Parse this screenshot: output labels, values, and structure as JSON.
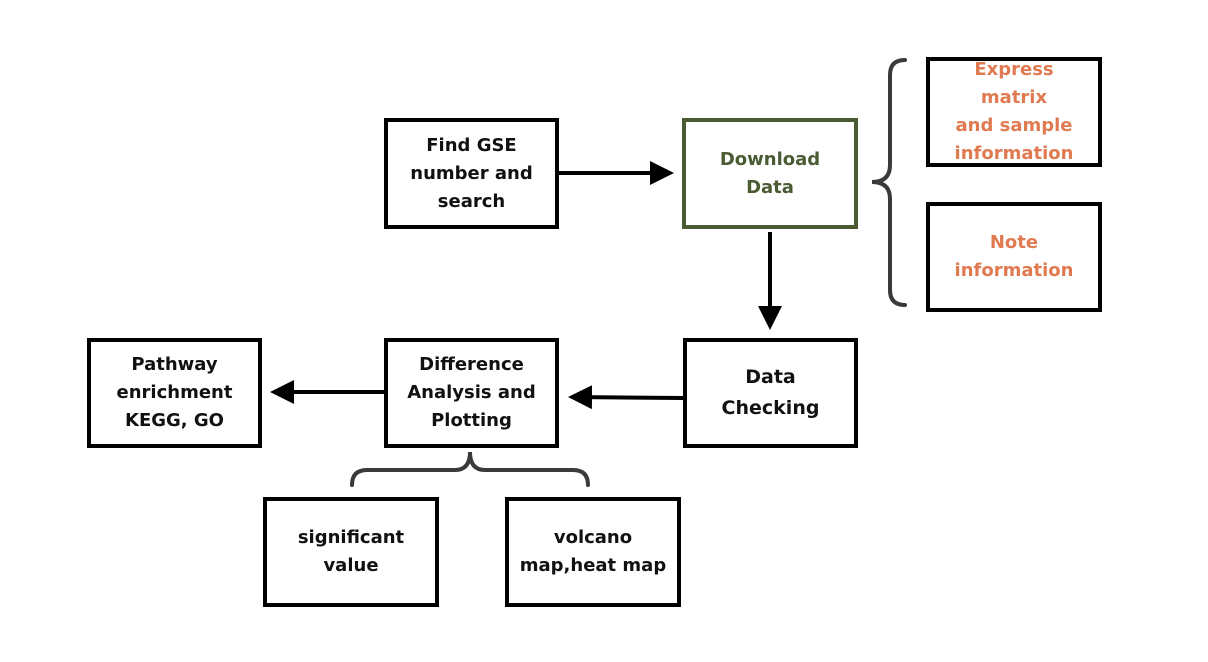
{
  "nodes": {
    "find_gse": "Find GSE\nnumber and\nsearch",
    "download_data": "Download\nData",
    "express_matrix": "Express matrix\nand sample\ninformation",
    "note_information": "Note\ninformation",
    "data_checking": "Data\nChecking",
    "difference_analysis": "Difference\nAnalysis and\nPlotting",
    "pathway_enrichment": "Pathway\nenrichment\nKEGG, GO",
    "significant_value": "significant\nvalue",
    "volcano_heat_map": "volcano\nmap,heat map"
  },
  "edges": [
    {
      "from": "find_gse",
      "to": "download_data",
      "type": "arrow"
    },
    {
      "from": "download_data",
      "to": "data_checking",
      "type": "arrow"
    },
    {
      "from": "data_checking",
      "to": "difference_analysis",
      "type": "arrow"
    },
    {
      "from": "difference_analysis",
      "to": "pathway_enrichment",
      "type": "arrow"
    },
    {
      "from": "download_data",
      "to": [
        "express_matrix",
        "note_information"
      ],
      "type": "brace"
    },
    {
      "from": "difference_analysis",
      "to": [
        "significant_value",
        "volcano_heat_map"
      ],
      "type": "brace"
    }
  ],
  "colors": {
    "border": "#000000",
    "download_accent": "#4a5a32",
    "output_text": "#e07a50",
    "brace": "#3a3a3a"
  }
}
